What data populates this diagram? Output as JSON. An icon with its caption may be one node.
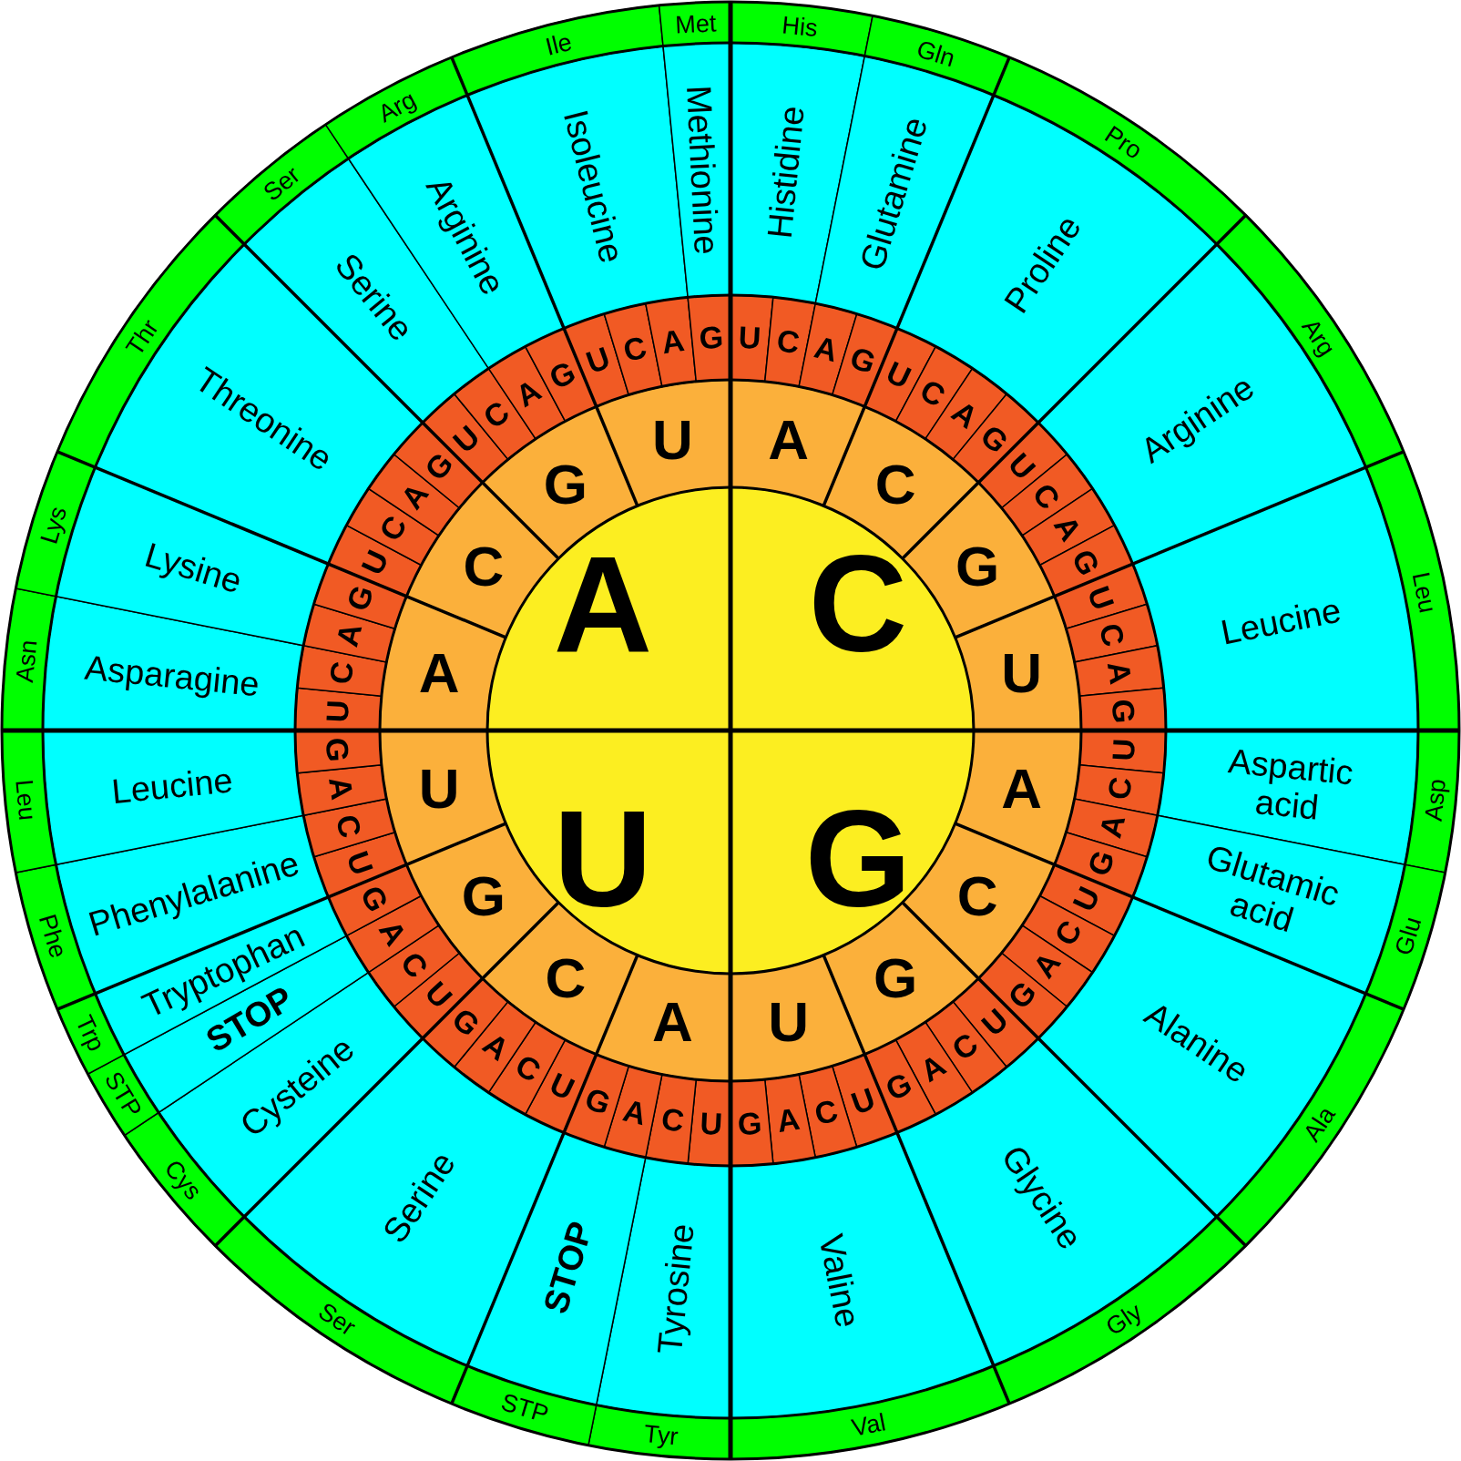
{
  "diagram": {
    "nodes": [
      {
        "text": [
          "C"
        ]
      },
      {
        "text": [
          "G"
        ]
      },
      {
        "text": [
          "U"
        ]
      },
      {
        "text": [
          "A"
        ]
      },
      {
        "text": [
          "A"
        ]
      },
      {
        "text": [
          "C"
        ]
      },
      {
        "text": [
          "G"
        ]
      },
      {
        "text": [
          "U"
        ]
      },
      {
        "text": [
          "A"
        ]
      },
      {
        "text": [
          "C"
        ]
      },
      {
        "text": [
          "G"
        ]
      },
      {
        "text": [
          "U"
        ]
      },
      {
        "text": [
          "A"
        ]
      },
      {
        "text": [
          "C"
        ]
      },
      {
        "text": [
          "G"
        ]
      },
      {
        "text": [
          "U"
        ]
      },
      {
        "text": [
          "A"
        ]
      },
      {
        "text": [
          "C"
        ]
      },
      {
        "text": [
          "G"
        ]
      },
      {
        "text": [
          "U"
        ]
      },
      {
        "text": [
          "U"
        ]
      },
      {
        "text": [
          "C"
        ]
      },
      {
        "text": [
          "A"
        ]
      },
      {
        "text": [
          "G"
        ]
      },
      {
        "text": [
          "U"
        ]
      },
      {
        "text": [
          "C"
        ]
      },
      {
        "text": [
          "A"
        ]
      },
      {
        "text": [
          "G"
        ]
      },
      {
        "text": [
          "U"
        ]
      },
      {
        "text": [
          "C"
        ]
      },
      {
        "text": [
          "A"
        ]
      },
      {
        "text": [
          "G"
        ]
      },
      {
        "text": [
          "U"
        ]
      },
      {
        "text": [
          "C"
        ]
      },
      {
        "text": [
          "A"
        ]
      },
      {
        "text": [
          "G"
        ]
      },
      {
        "text": [
          "U"
        ]
      },
      {
        "text": [
          "C"
        ]
      },
      {
        "text": [
          "A"
        ]
      },
      {
        "text": [
          "G"
        ]
      },
      {
        "text": [
          "U"
        ]
      },
      {
        "text": [
          "C"
        ]
      },
      {
        "text": [
          "A"
        ]
      },
      {
        "text": [
          "G"
        ]
      },
      {
        "text": [
          "U"
        ]
      },
      {
        "text": [
          "C"
        ]
      },
      {
        "text": [
          "A"
        ]
      },
      {
        "text": [
          "G"
        ]
      },
      {
        "text": [
          "U"
        ]
      },
      {
        "text": [
          "C"
        ]
      },
      {
        "text": [
          "A"
        ]
      },
      {
        "text": [
          "G"
        ]
      },
      {
        "text": [
          "U"
        ]
      },
      {
        "text": [
          "C"
        ]
      },
      {
        "text": [
          "A"
        ]
      },
      {
        "text": [
          "G"
        ]
      },
      {
        "text": [
          "U"
        ]
      },
      {
        "text": [
          "C"
        ]
      },
      {
        "text": [
          "A"
        ]
      },
      {
        "text": [
          "G"
        ]
      },
      {
        "text": [
          "U"
        ]
      },
      {
        "text": [
          "C"
        ]
      },
      {
        "text": [
          "A"
        ]
      },
      {
        "text": [
          "G"
        ]
      },
      {
        "text": [
          "U"
        ]
      },
      {
        "text": [
          "C"
        ]
      },
      {
        "text": [
          "A"
        ]
      },
      {
        "text": [
          "G"
        ]
      },
      {
        "text": [
          "U"
        ]
      },
      {
        "text": [
          "C"
        ]
      },
      {
        "text": [
          "A"
        ]
      },
      {
        "text": [
          "G"
        ]
      },
      {
        "text": [
          "U"
        ]
      },
      {
        "text": [
          "C"
        ]
      },
      {
        "text": [
          "A"
        ]
      },
      {
        "text": [
          "G"
        ]
      },
      {
        "text": [
          "U"
        ]
      },
      {
        "text": [
          "C"
        ]
      },
      {
        "text": [
          "A"
        ]
      },
      {
        "text": [
          "G"
        ]
      },
      {
        "text": [
          "U"
        ]
      },
      {
        "text": [
          "C"
        ]
      },
      {
        "text": [
          "A"
        ]
      },
      {
        "text": [
          "G"
        ]
      },
      {
        "text": [
          "Histidine"
        ]
      },
      {
        "text": [
          "Glutamine"
        ]
      },
      {
        "text": [
          "Proline"
        ]
      },
      {
        "text": [
          "Arginine"
        ]
      },
      {
        "text": [
          "Leucine"
        ]
      },
      {
        "text": [
          "Aspartic acid"
        ]
      },
      {
        "text": [
          "Glutamic acid"
        ]
      },
      {
        "text": [
          "Alanine"
        ]
      },
      {
        "text": [
          "Glycine"
        ]
      },
      {
        "text": [
          "Valine"
        ]
      },
      {
        "text": [
          "Tyrosine"
        ]
      },
      {
        "text": [
          "STOP"
        ]
      },
      {
        "text": [
          "Serine"
        ]
      },
      {
        "text": [
          "Cysteine"
        ]
      },
      {
        "text": [
          "STOP"
        ]
      },
      {
        "text": [
          "Tryptophan"
        ]
      },
      {
        "text": [
          "Phenylalanine"
        ]
      },
      {
        "text": [
          "Leucine"
        ]
      },
      {
        "text": [
          "Asparagine"
        ]
      },
      {
        "text": [
          "Lysine"
        ]
      },
      {
        "text": [
          "Threonine"
        ]
      },
      {
        "text": [
          "Serine"
        ]
      },
      {
        "text": [
          "Arginine"
        ]
      },
      {
        "text": [
          "Isoleucine"
        ]
      },
      {
        "text": [
          "Methionine"
        ]
      },
      {
        "text": [
          "His"
        ]
      },
      {
        "text": [
          "Gln"
        ]
      },
      {
        "text": [
          "Pro"
        ]
      },
      {
        "text": [
          "Arg"
        ]
      },
      {
        "text": [
          "Leu"
        ]
      },
      {
        "text": [
          "Asp"
        ]
      },
      {
        "text": [
          "Glu"
        ]
      },
      {
        "text": [
          "Ala"
        ]
      },
      {
        "text": [
          "Gly"
        ]
      },
      {
        "text": [
          "Val"
        ]
      },
      {
        "text": [
          "Tyr"
        ]
      },
      {
        "text": [
          "STP"
        ]
      },
      {
        "text": [
          "Ser"
        ]
      },
      {
        "text": [
          "Cys"
        ]
      },
      {
        "text": [
          "STP"
        ]
      },
      {
        "text": [
          "Trp"
        ]
      },
      {
        "text": [
          "Phe"
        ]
      },
      {
        "text": [
          "Leu"
        ]
      },
      {
        "text": [
          "Asn"
        ]
      },
      {
        "text": [
          "Lys"
        ]
      },
      {
        "text": [
          "Thr"
        ]
      },
      {
        "text": [
          "Ser"
        ]
      },
      {
        "text": [
          "Arg"
        ]
      },
      {
        "text": [
          "Ile"
        ]
      },
      {
        "text": [
          "Met"
        ]
      }
    ]
  }
}
